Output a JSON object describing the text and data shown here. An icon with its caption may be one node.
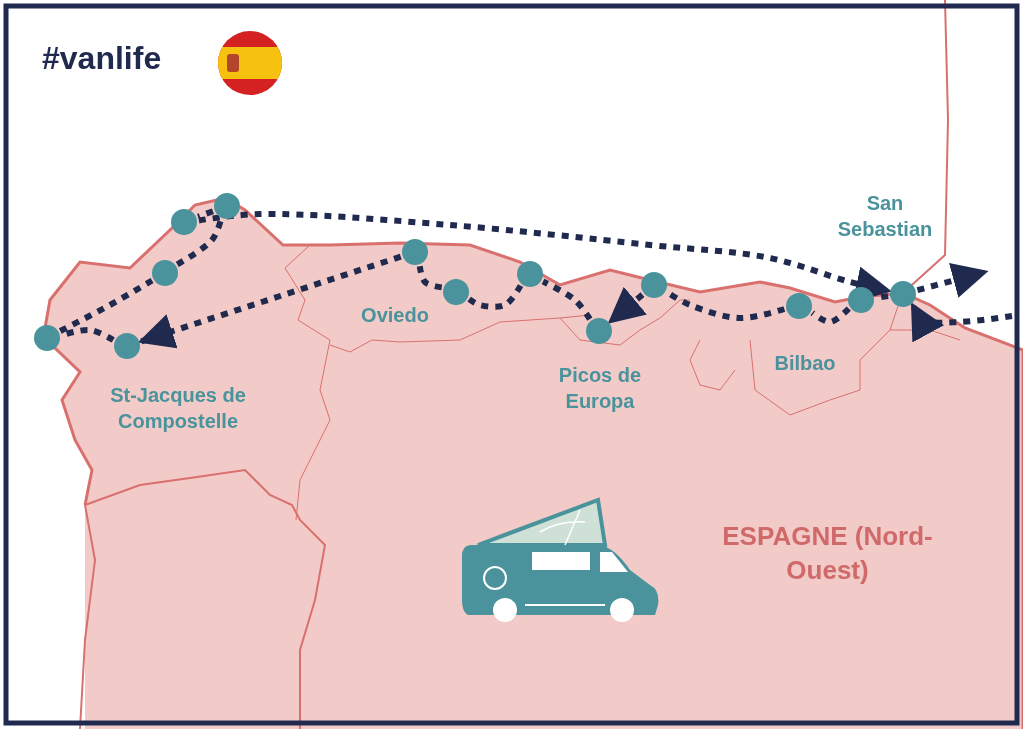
{
  "diagram": {
    "nodes": [
      {
        "text": [],
        "shape": "circle"
      },
      {
        "text": [],
        "shape": "circle"
      },
      {
        "text": [],
        "shape": "circle"
      },
      {
        "text": [],
        "shape": "circle"
      },
      {
        "text": [],
        "shape": "circle"
      },
      {
        "text": [],
        "shape": "circle"
      },
      {
        "text": [],
        "shape": "circle"
      },
      {
        "text": [],
        "shape": "circle"
      },
      {
        "text": [],
        "shape": "circle"
      },
      {
        "text": [],
        "shape": "circle"
      },
      {
        "text": [],
        "shape": "circle"
      },
      {
        "text": [],
        "shape": "circle"
      },
      {
        "text": [],
        "shape": "circle"
      }
    ],
    "edges": [
      {
        "from": null,
        "to": 12,
        "arrow": "to",
        "style": "dashed"
      },
      {
        "from": 12,
        "to": 11,
        "arrow": "none",
        "style": "dashed"
      },
      {
        "from": 11,
        "to": 10,
        "arrow": "none",
        "style": "dashed"
      },
      {
        "from": 10,
        "to": 9,
        "arrow": "none",
        "style": "dashed"
      },
      {
        "from": 9,
        "to": 8,
        "arrow": "to",
        "style": "dashed"
      },
      {
        "from": 8,
        "to": 7,
        "arrow": "none",
        "style": "dashed"
      },
      {
        "from": 7,
        "to": 6,
        "arrow": "none",
        "style": "dashed"
      },
      {
        "from": 6,
        "to": 5,
        "arrow": "none",
        "style": "dashed"
      },
      {
        "from": 5,
        "to": 1,
        "arrow": "to",
        "style": "dashed"
      },
      {
        "from": 1,
        "to": 0,
        "arrow": "none",
        "style": "dashed"
      },
      {
        "from": 0,
        "to": 2,
        "arrow": "none",
        "style": "dashed"
      },
      {
        "from": 2,
        "to": 4,
        "arrow": "none",
        "style": "dashed"
      },
      {
        "from": 4,
        "to": 3,
        "arrow": "none",
        "style": "dashed"
      },
      {
        "from": 3,
        "to": 12,
        "arrow": "to",
        "style": "dashed"
      },
      {
        "from": 12,
        "to": null,
        "arrow": "to",
        "style": "dashed"
      }
    ],
    "labels": [
      "#vanlife",
      "San Sebastian",
      "Oviedo",
      "Picos de Europa",
      "St-Jacques de Compostelle",
      "Bilbao",
      "ESPAGNE (Nord-Ouest)"
    ]
  }
}
